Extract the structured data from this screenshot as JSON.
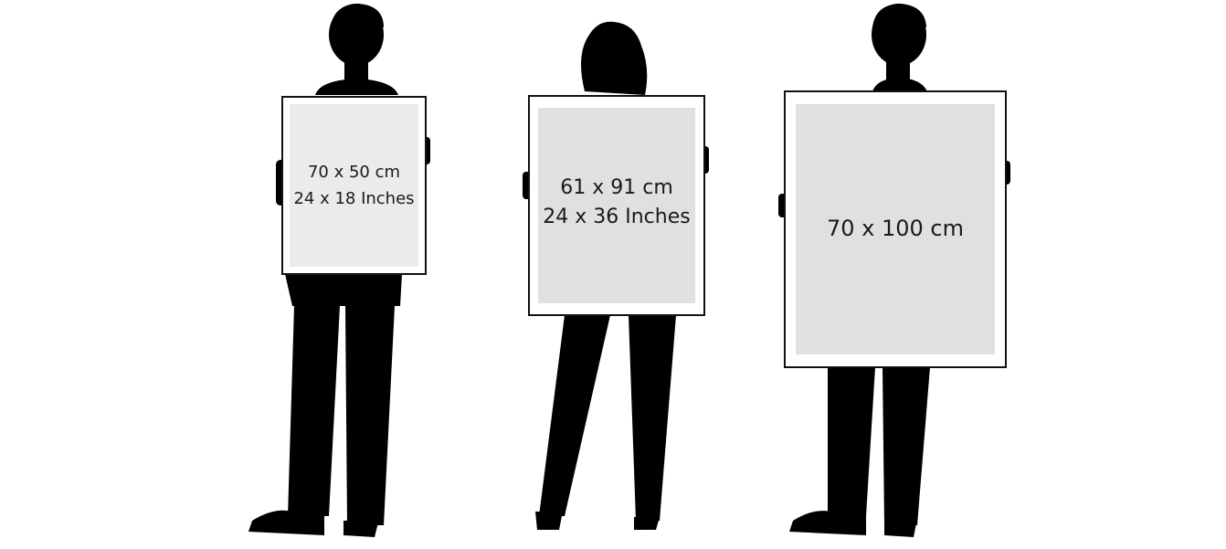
{
  "colors": {
    "silhouette": "#000000",
    "frame": "#111111",
    "mat_small": "#ebebeb",
    "mat_large": "#e0e0e0",
    "background": "#ffffff"
  },
  "posters": [
    {
      "size_cm": "70 x 50 cm",
      "size_in": "24 x 18 Inches"
    },
    {
      "size_cm": "61 x 91 cm",
      "size_in": "24 x 36 Inches"
    },
    {
      "size_cm": "70 x 100 cm"
    }
  ]
}
